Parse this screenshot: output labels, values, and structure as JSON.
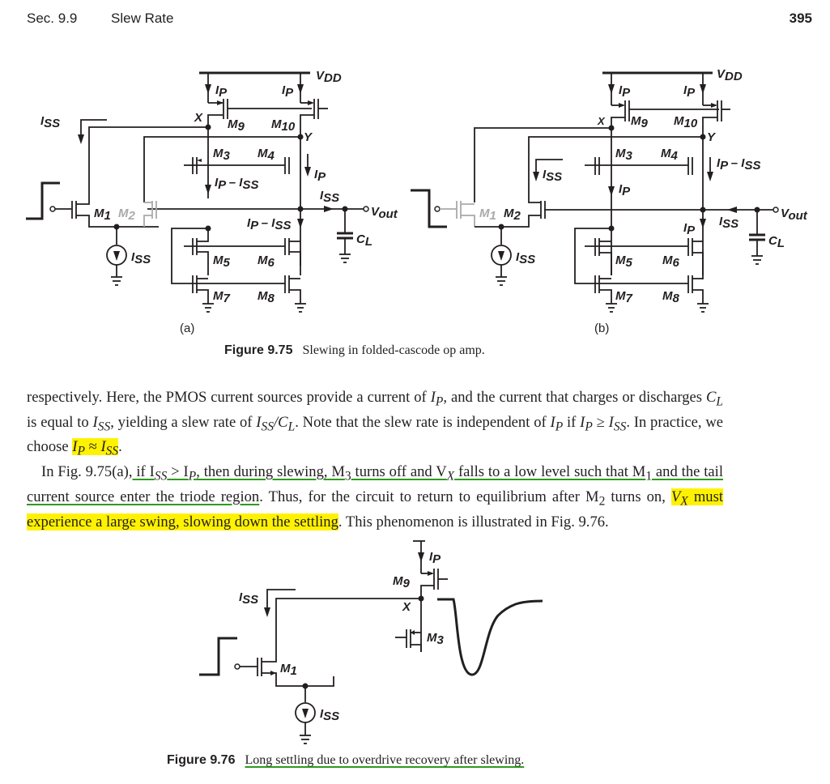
{
  "header": {
    "section": "Sec. 9.9",
    "title": "Slew Rate",
    "page_number": "395"
  },
  "figure_9_75": {
    "caption_label": "Figure 9.75",
    "caption_text": "Slewing in folded-cascode op amp.",
    "panel_a": {
      "sublabel": "(a)",
      "labels": {
        "vdd": "V",
        "vdd_sub": "DD",
        "ip_left": "I",
        "ip_left_sub": "P",
        "ip_right": "I",
        "ip_right_sub": "P",
        "node_x": "X",
        "node_y": "Y",
        "m9": "M",
        "m9_sub": "9",
        "m10": "M",
        "m10_sub": "10",
        "m3": "M",
        "m3_sub": "3",
        "m4": "M",
        "m4_sub": "4",
        "m5": "M",
        "m5_sub": "5",
        "m6": "M",
        "m6_sub": "6",
        "m7": "M",
        "m7_sub": "7",
        "m8": "M",
        "m8_sub": "8",
        "m1": "M",
        "m1_sub": "1",
        "m2": "M",
        "m2_sub": "2",
        "iss_left": "I",
        "iss_left_sub": "SS",
        "iss_tail": "I",
        "iss_tail_sub": "SS",
        "ip_minus_iss_mid": "I",
        "ip_minus_iss_mid_sub": "P",
        "ip_minus_iss_mid_rest": " – I",
        "ip_minus_iss_mid_sub2": "SS",
        "ip_m4": "I",
        "ip_m4_sub": "P",
        "iss_out": "I",
        "iss_out_sub": "SS",
        "ip_minus_iss_right": "I",
        "ip_minus_iss_right_sub": "P",
        "ip_minus_iss_right_rest": " – I",
        "ip_minus_iss_right_sub2": "SS",
        "vout": "V",
        "vout_sub": "out",
        "cl": "C",
        "cl_sub": "L"
      }
    },
    "panel_b": {
      "sublabel": "(b)",
      "labels": {
        "vdd": "V",
        "vdd_sub": "DD",
        "ip_left": "I",
        "ip_left_sub": "P",
        "ip_right": "I",
        "ip_right_sub": "P",
        "node_x": "X",
        "node_y": "Y",
        "m9": "M",
        "m9_sub": "9",
        "m10": "M",
        "m10_sub": "10",
        "m3": "M",
        "m3_sub": "3",
        "m4": "M",
        "m4_sub": "4",
        "m5": "M",
        "m5_sub": "5",
        "m6": "M",
        "m6_sub": "6",
        "m7": "M",
        "m7_sub": "7",
        "m8": "M",
        "m8_sub": "8",
        "m1": "M",
        "m1_sub": "1",
        "m2": "M",
        "m2_sub": "2",
        "iss_m2": "I",
        "iss_m2_sub": "SS",
        "iss_tail": "I",
        "iss_tail_sub": "SS",
        "ip_mid": "I",
        "ip_mid_sub": "P",
        "ip_minus_iss_right": "I",
        "ip_minus_iss_right_sub": "P",
        "ip_minus_iss_right_rest": " – I",
        "ip_minus_iss_right_sub2": "SS",
        "ip_lower": "I",
        "ip_lower_sub": "P",
        "iss_out": "I",
        "iss_out_sub": "SS",
        "vout": "V",
        "vout_sub": "out",
        "cl": "C",
        "cl_sub": "L"
      }
    }
  },
  "body": {
    "p1_a": "respectively. Here, the PMOS current sources provide a current of ",
    "p1_b": ", and the current that charges or discharges ",
    "p1_c": " is equal to ",
    "p1_d": ", yielding a slew rate of ",
    "p1_e": ". Note that the slew rate is independent of ",
    "p1_f": " if ",
    "p1_g": ". In practice, we choose ",
    "p1_h": ".",
    "p2_a": "In Fig. 9.75(a),",
    "p2_ul1": " if I",
    "p2_ul1b": " > I",
    "p2_ul1c": ", then during slewing, M",
    "p2_ul1d": " turns off and V",
    "p2_ul1e": " falls to a low level such that M",
    "p2_ul1f": " and the tail current source enter the triode region",
    "p2_b": ". Thus, for the circuit to return to equilibrium after M",
    "p2_c": " turns on, ",
    "p2_hl": " must experience a large swing, slowing down the settling",
    "p2_d": ". This phenomenon is illustrated in Fig. 9.76.",
    "ip": "I",
    "ip_sub": "P",
    "cl": "C",
    "cl_sub": "L",
    "iss": "I",
    "iss_sub": "SS",
    "slew": "I",
    "slew_sub": "SS",
    "slew_rest": "/C",
    "ge": " ≥ ",
    "approx": " ≈ ",
    "vx": "V",
    "vx_sub": "X",
    "sub3": "3",
    "sub1": "1",
    "sub2": "2"
  },
  "figure_9_76": {
    "caption_label": "Figure 9.76",
    "caption_text": "Long settling due to overdrive recovery after slewing.",
    "labels": {
      "ip": "I",
      "ip_sub": "P",
      "m9": "M",
      "m9_sub": "9",
      "node_x": "X",
      "m3": "M",
      "m3_sub": "3",
      "m1": "M",
      "m1_sub": "1",
      "iss_top": "I",
      "iss_top_sub": "SS",
      "iss_tail": "I",
      "iss_tail_sub": "SS"
    }
  },
  "colors": {
    "highlight": "#fff200",
    "underline": "#2e9a1e",
    "inactive_device": "#aaaaaa"
  }
}
